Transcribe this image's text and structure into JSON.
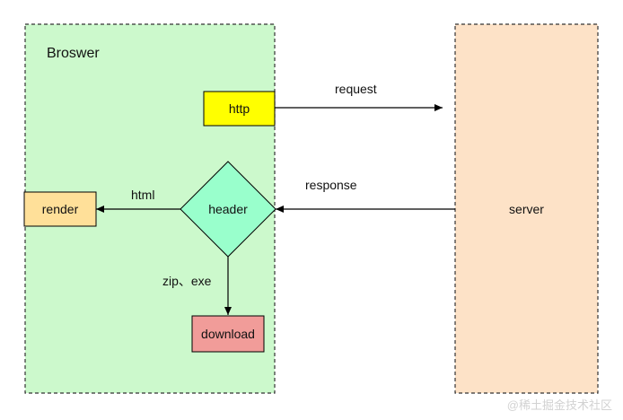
{
  "browser": {
    "title": "Broswer",
    "fill": "#ccf9cc",
    "border": "#333333"
  },
  "server": {
    "label": "server",
    "fill": "#fde2c7",
    "border": "#333333"
  },
  "nodes": {
    "http": {
      "label": "http",
      "fill": "#ffff00"
    },
    "header": {
      "label": "header",
      "fill": "#99ffcc",
      "shape": "diamond"
    },
    "render": {
      "label": "render",
      "fill": "#ffe099"
    },
    "download": {
      "label": "download",
      "fill": "#f19c99"
    }
  },
  "edges": {
    "request": "request",
    "response": "response",
    "html": "html",
    "zip_exe": "zip、exe"
  },
  "watermark": "@稀土掘金技术社区"
}
